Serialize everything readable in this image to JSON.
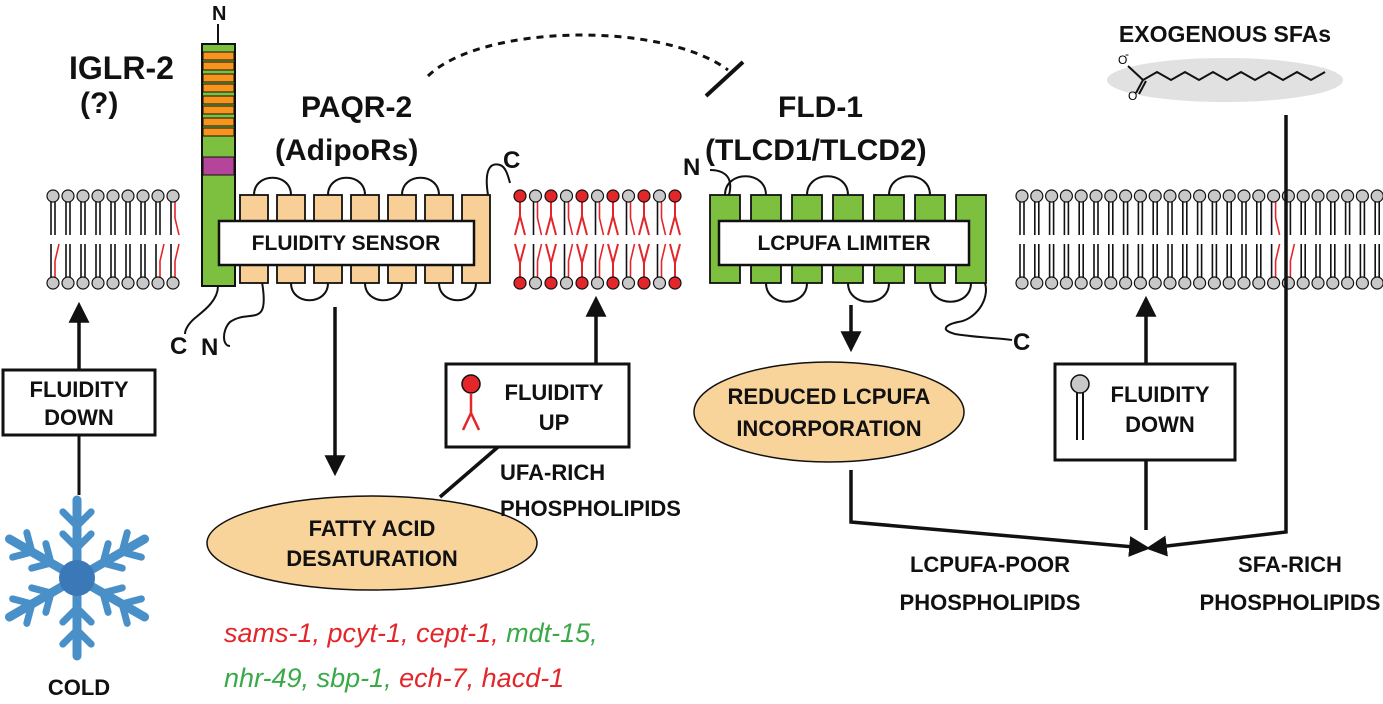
{
  "colors": {
    "green": "#7dbf3f",
    "orange": "#f7941d",
    "magenta": "#b5459b",
    "peach": "#f9cf98",
    "ellipse": "#f9d49a",
    "lipid_red": "#e3262a",
    "lipid_grey": "#c8c8c8",
    "gene_red": "#e3262a",
    "gene_green": "#3aaa49",
    "snow_blue": "#4a90c8"
  },
  "labels": {
    "iglr_name": "IGLR-2",
    "iglr_q": "(?)",
    "paqr_name": "PAQR-2",
    "paqr_sub": "(AdipoRs)",
    "fld_name": "FLD-1",
    "fld_sub": "(TLCD1/TLCD2)",
    "exogenous": "EXOGENOUS SFAs",
    "fluidity_sensor": "FLUIDITY SENSOR",
    "lcpufa_limiter": "LCPUFA LIMITER",
    "n_term": "N",
    "c_term": "C",
    "fluidity_down_1a": "FLUIDITY",
    "fluidity_down_1b": "DOWN",
    "fluidity_up_a": "FLUIDITY",
    "fluidity_up_b": "UP",
    "fluidity_down_2a": "FLUIDITY",
    "fluidity_down_2b": "DOWN",
    "ufa_rich_a": "UFA-RICH",
    "ufa_rich_b": "PHOSPHOLIPIDS",
    "fatty_acid_a": "FATTY ACID",
    "fatty_acid_b": "DESATURATION",
    "reduced_a": "REDUCED LCPUFA",
    "reduced_b": "INCORPORATION",
    "lcpufa_poor_a": "LCPUFA-POOR",
    "lcpufa_poor_b": "PHOSPHOLIPIDS",
    "sfa_rich_a": "SFA-RICH",
    "sfa_rich_b": "PHOSPHOLIPIDS",
    "cold": "COLD",
    "carboxylate_o_minus": "O",
    "carboxylate_minus": "-",
    "carboxylate_o": "O"
  },
  "genes": {
    "line1": [
      {
        "text": "sams-1,",
        "color": "red"
      },
      {
        "text": " pcyt-1,",
        "color": "red"
      },
      {
        "text": " cept-1,",
        "color": "red"
      },
      {
        "text": " mdt-15,",
        "color": "green"
      }
    ],
    "line2": [
      {
        "text": "nhr-49,",
        "color": "green"
      },
      {
        "text": " sbp-1,",
        "color": "green"
      },
      {
        "text": " ech-7,",
        "color": "red"
      },
      {
        "text": " hacd-1",
        "color": "red"
      }
    ]
  },
  "icons": [
    "snowflake-icon",
    "unsaturated-lipid-icon",
    "saturated-lipid-icon",
    "fatty-acid-molecule-icon"
  ]
}
